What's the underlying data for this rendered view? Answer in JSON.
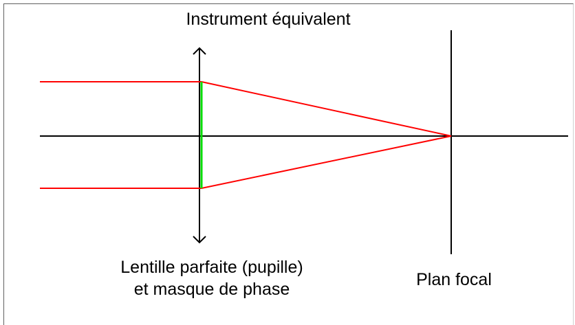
{
  "title": "Instrument équivalent",
  "lens_label": {
    "line1": "Lentille parfaite (pupille)",
    "line2": "et masque de phase"
  },
  "focal_label": "Plan focal",
  "colors": {
    "rays": "#ff0000",
    "phase_mask": "#00dd00",
    "axis": "#000000",
    "background": "#ffffff"
  }
}
